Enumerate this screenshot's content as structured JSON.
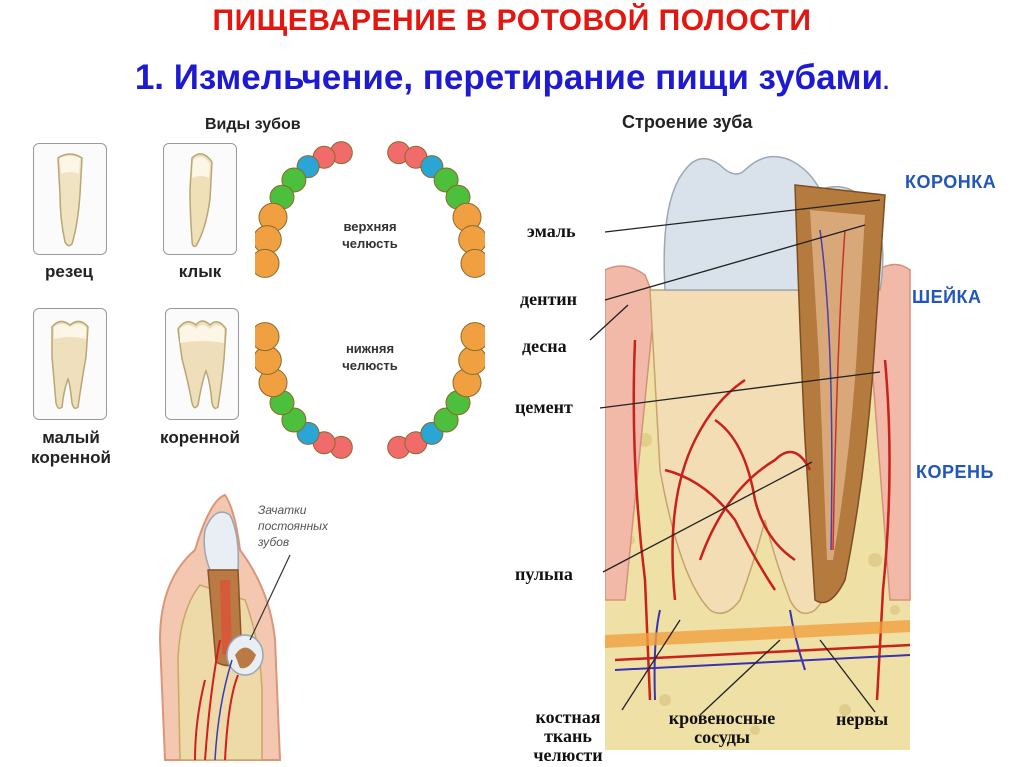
{
  "header": {
    "title": "ПИЩЕВАРЕНИЕ В РОТОВОЙ ПОЛОСТИ",
    "subtitle_main": "1. Измельчение, перетирание пищи зубами",
    "subtitle_end": "."
  },
  "teeth_types": {
    "heading": "Виды зубов",
    "items": [
      "резец",
      "клык",
      "малый коренной",
      "коренной"
    ]
  },
  "jaw": {
    "upper": "верхняя челюсть",
    "lower": "нижняя челюсть"
  },
  "germs": {
    "label": "Зачатки постоянных зубов"
  },
  "structure": {
    "heading": "Строение зуба",
    "regions": [
      "КОРОНКА",
      "ШЕЙКА",
      "КОРЕНЬ"
    ],
    "parts": {
      "enamel": "эмаль",
      "dentin": "дентин",
      "gum": "десна",
      "cement": "цемент",
      "pulp": "пульпа",
      "bone": "костная ткань челюсти",
      "vessels": "кровеносные сосуды",
      "nerves": "нервы"
    }
  },
  "colors": {
    "title": "#e3170f",
    "subtitle": "#1e1ad1",
    "region_labels": "#2256b8",
    "incisor": "#f26b6b",
    "canine": "#2aa6d6",
    "premolar": "#4cbf3d",
    "molar": "#f0a040"
  }
}
